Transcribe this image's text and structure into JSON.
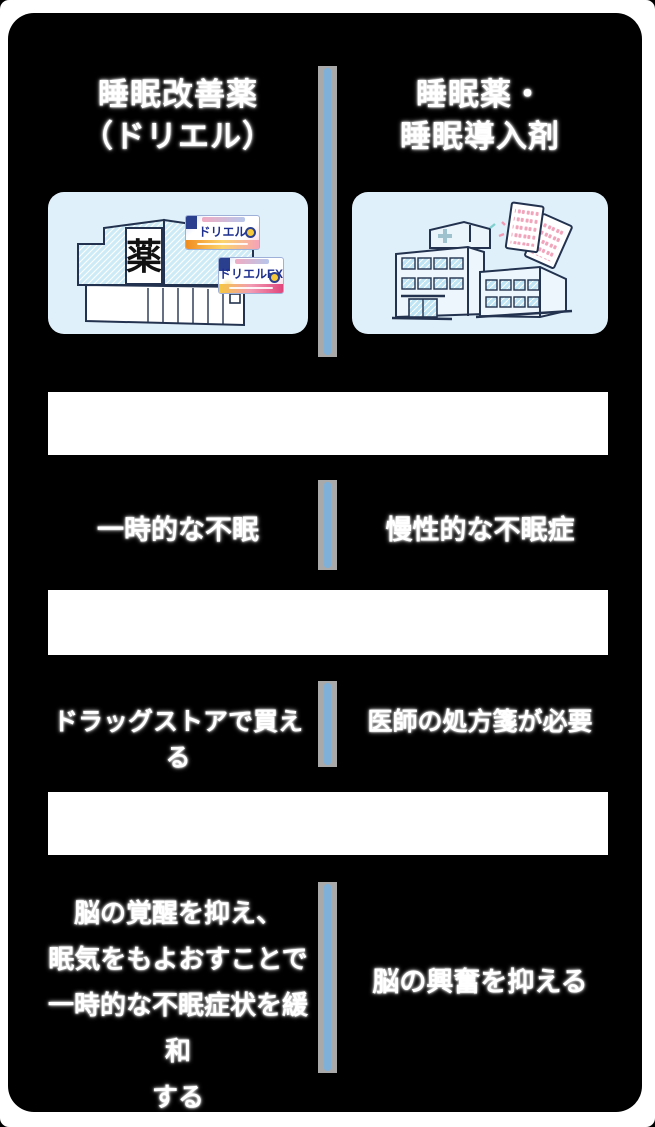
{
  "table": {
    "header_left": [
      "睡眠改善薬",
      "（ドリエル）"
    ],
    "header_right": [
      "睡眠薬・",
      "睡眠導入剤"
    ],
    "rows": [
      {
        "left": "一時的な不眠",
        "right": "慢性的な不眠症"
      },
      {
        "left": "ドラッグストアで買える",
        "right": "医師の処方箋が必要"
      },
      {
        "left_lines": [
          "脳の覚醒を抑え、",
          "眠気をもよおすことで",
          "一時的な不眠症状を緩和",
          "する"
        ],
        "right": "脳の興奮を抑える"
      }
    ]
  },
  "illustrations": {
    "left": {
      "name": "drugstore-illustration",
      "sign_text": "薬",
      "products": [
        "ドリエル",
        "ドリエルEX"
      ]
    },
    "right": {
      "name": "hospital-illustration"
    }
  },
  "colors": {
    "page_bg": "#ffffff",
    "card_bg": "#000000",
    "divider_gray": "#a9a9a9",
    "divider_blue": "#7fb0d8",
    "panel_bg": "#e0f0fa",
    "line_navy": "#23334f",
    "window_blue": "#bfe5f4",
    "text_white": "#ffffff",
    "brand_navy": "#1d2f8f",
    "accent_pink": "#f29ab4"
  }
}
